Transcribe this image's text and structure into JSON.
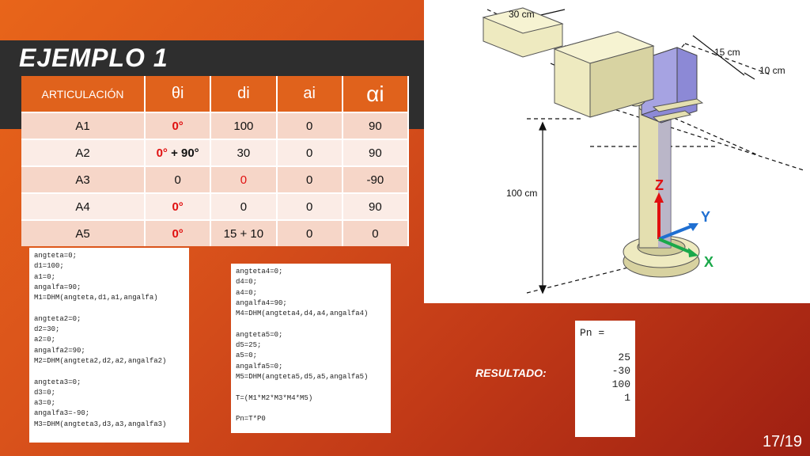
{
  "title": "EJEMPLO 1",
  "table": {
    "headers": [
      "ARTICULACIÓN",
      "θi",
      "di",
      "ai",
      "αi"
    ],
    "rows": [
      [
        "A1",
        "0°",
        "100",
        "0",
        "90"
      ],
      [
        "A2",
        "0° + 90°",
        "30",
        "0",
        "90"
      ],
      [
        "A3",
        "0",
        "0",
        "0",
        "-90"
      ],
      [
        "A4",
        "0°",
        "0",
        "0",
        "90"
      ],
      [
        "A5",
        "0°",
        "15 + 10",
        "0",
        "0"
      ]
    ]
  },
  "code_left": [
    "angteta=0;",
    "d1=100;",
    "a1=0;",
    "angalfa=90;",
    "M1=DHM(angteta,d1,a1,angalfa)",
    "",
    "angteta2=0;",
    "d2=30;",
    "a2=0;",
    "angalfa2=90;",
    "M2=DHM(angteta2,d2,a2,angalfa2)",
    "",
    "angteta3=0;",
    "d3=0;",
    "a3=0;",
    "angalfa3=-90;",
    "M3=DHM(angteta3,d3,a3,angalfa3)"
  ],
  "code_right": [
    "angteta4=0;",
    "d4=0;",
    "a4=0;",
    "angalfa4=90;",
    "M4=DHM(angteta4,d4,a4,angalfa4)",
    "",
    "angteta5=0;",
    "d5=25;",
    "a5=0;",
    "angalfa5=0;",
    "M5=DHM(angteta5,d5,a5,angalfa5)",
    "",
    "T=(M1*M2*M3*M4*M5)",
    "",
    "Pn=T*P0"
  ],
  "figure": {
    "dim_30": "30 cm",
    "dim_15": "15 cm",
    "dim_10": "10 cm",
    "dim_100": "100 cm",
    "axis_z": "Z",
    "axis_y": "Y",
    "axis_x": "X"
  },
  "resultado_label": "RESULTADO:",
  "pn": {
    "head": "Pn =",
    "values": [
      "25",
      "-30",
      "100",
      "1"
    ]
  },
  "page_number": "17/19",
  "colors": {
    "header_orange": "#e0621c",
    "title_bar": "#2e2e2e",
    "highlight_red": "#e01010",
    "axis_z": "#e01010",
    "axis_y": "#1f6fd1",
    "axis_x": "#1aa84a"
  }
}
